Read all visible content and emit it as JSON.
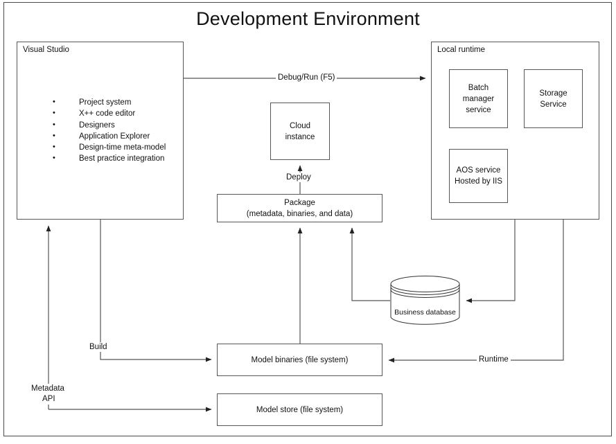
{
  "diagram": {
    "title": "Development Environment",
    "type": "architecture-block-diagram"
  },
  "nodes": {
    "visual_studio": {
      "label": "Visual Studio",
      "features": [
        "Project system",
        "X++ code editor",
        "Designers",
        "Application Explorer",
        "Design-time meta-model",
        "Best practice integration"
      ]
    },
    "local_runtime": {
      "label": "Local runtime",
      "services": [
        {
          "name": "batch-manager-service",
          "lines": [
            "Batch",
            "manager",
            "service"
          ]
        },
        {
          "name": "storage-service",
          "lines": [
            "Storage",
            "Service"
          ]
        },
        {
          "name": "aos-service",
          "lines": [
            "AOS service",
            "Hosted by IIS"
          ]
        }
      ]
    },
    "cloud_instance": {
      "lines": [
        "Cloud",
        "instance"
      ]
    },
    "package": {
      "lines": [
        "Package",
        "(metadata, binaries, and data)"
      ]
    },
    "business_database": {
      "lines": [
        "Business",
        "database"
      ]
    },
    "model_binaries": {
      "lines": [
        "Model binaries (file system)"
      ]
    },
    "model_store": {
      "lines": [
        "Model store (file system)"
      ]
    }
  },
  "edges": {
    "debug_run": "Debug/Run (F5)",
    "deploy": "Deploy",
    "build": "Build",
    "metadata_api_line1": "Metadata",
    "metadata_api_line2": "API",
    "runtime": "Runtime"
  },
  "colors": {
    "background": "#ffffff",
    "frame_stroke": "#4a4a4a",
    "box_stroke": "#555555",
    "connector_stroke": "#555555",
    "text": "#111111"
  }
}
